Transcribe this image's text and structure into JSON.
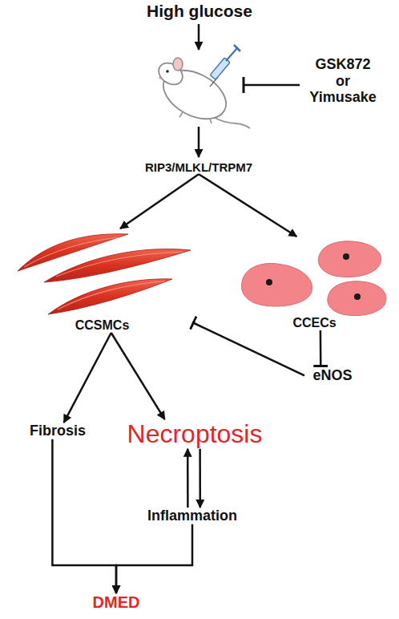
{
  "diagram": {
    "nodes": [
      {
        "text": [
          "High glucose"
        ]
      },
      {
        "text": [
          "GSK872 or Yimusake"
        ]
      },
      {
        "text": [
          "RIP3/MLKL/TRPM7"
        ]
      },
      {
        "text": [
          "CCSMCs"
        ]
      },
      {
        "text": [
          "CCECs"
        ]
      },
      {
        "text": [
          "eNOS"
        ]
      },
      {
        "text": [
          "Fibrosis"
        ]
      },
      {
        "text": [
          "Necroptosis"
        ]
      },
      {
        "text": [
          "Inflammation"
        ]
      },
      {
        "text": [
          "DMED"
        ]
      }
    ],
    "edges": [
      {
        "from": 2,
        "to": 3,
        "arrow": "to"
      },
      {
        "from": 2,
        "to": 4,
        "arrow": "to"
      },
      {
        "from": 4,
        "to": 5,
        "arrow": "to"
      },
      {
        "from": 5,
        "to": 3,
        "arrow": "to"
      },
      {
        "from": 3,
        "to": 6,
        "arrow": "to"
      },
      {
        "from": 3,
        "to": 7,
        "arrow": "to"
      },
      {
        "from": 7,
        "to": 8,
        "arrow": "to"
      },
      {
        "from": 8,
        "to": 7,
        "arrow": "to"
      },
      {
        "from": 6,
        "to": 9,
        "arrow": "to"
      },
      {
        "from": 8,
        "to": 9,
        "arrow": "to"
      }
    ]
  }
}
